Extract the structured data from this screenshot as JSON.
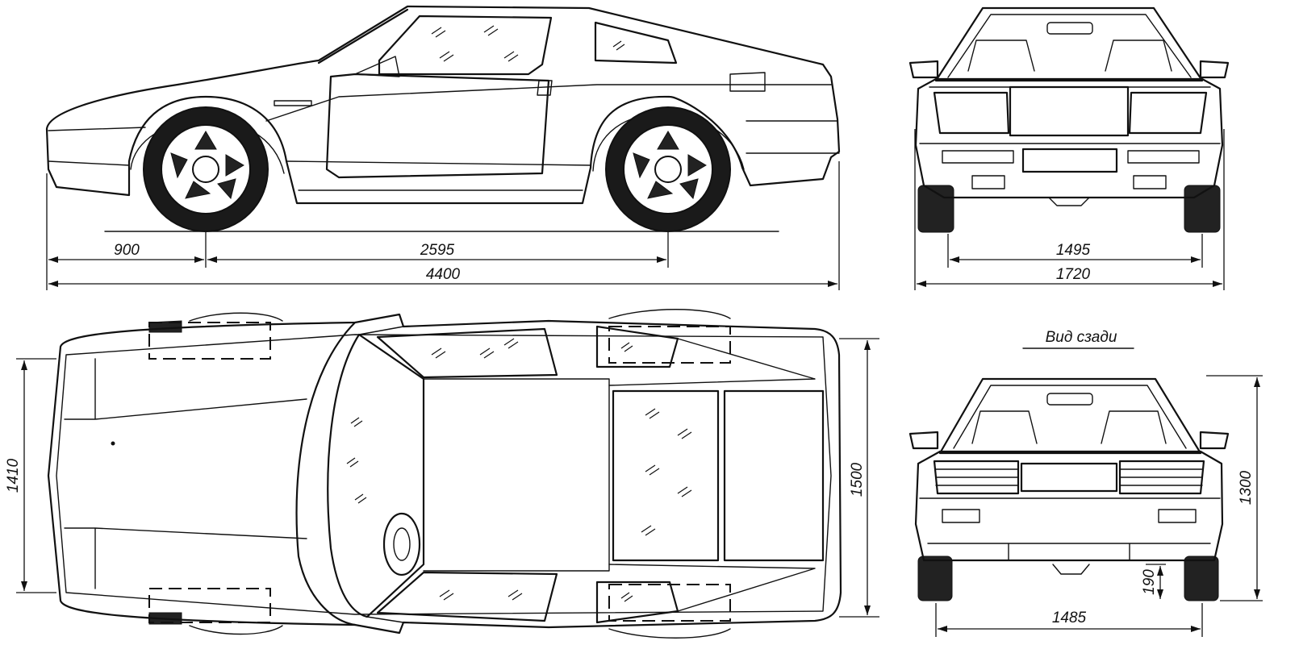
{
  "dimensions": {
    "side_front_overhang": "900",
    "side_wheelbase": "2595",
    "side_length": "4400",
    "front_track": "1495",
    "front_width": "1720",
    "top_rear_track": "1410",
    "top_width": "1500",
    "rear_height": "1300",
    "rear_ground_clearance": "190",
    "rear_track": "1485"
  },
  "captions": {
    "rear_view": "Вид сзади"
  },
  "colors": {
    "line": "#111111",
    "background": "#ffffff"
  }
}
